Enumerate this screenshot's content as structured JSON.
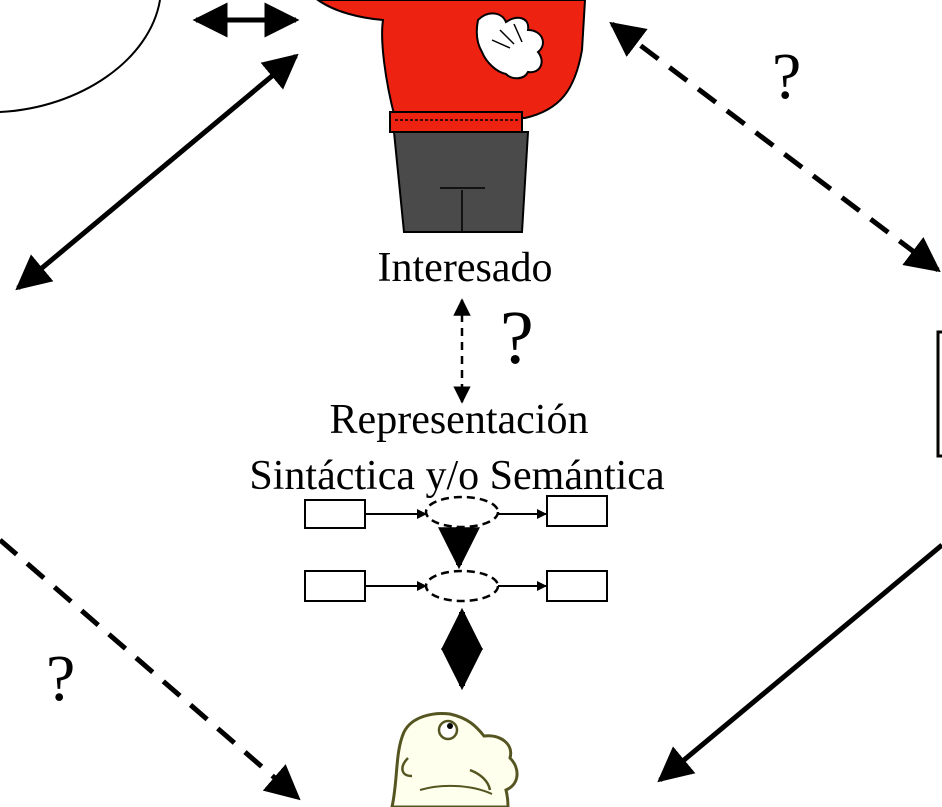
{
  "labels": {
    "interesado": "Interesado",
    "representacion_line1": "Representación",
    "representacion_line2": "Sintáctica y/o Semántica"
  },
  "question_marks": {
    "center": "?",
    "top_right": "?",
    "bottom_left": "?"
  },
  "colors": {
    "sweater": "#ee2211",
    "pants": "#4a4a4a",
    "creature_skin": "#ffffee",
    "creature_outline": "#555522",
    "stroke": "#000000"
  },
  "icons": {
    "top_figure": "person-red-sweater-icon",
    "bottom_figure": "cartoon-creature-icon"
  }
}
